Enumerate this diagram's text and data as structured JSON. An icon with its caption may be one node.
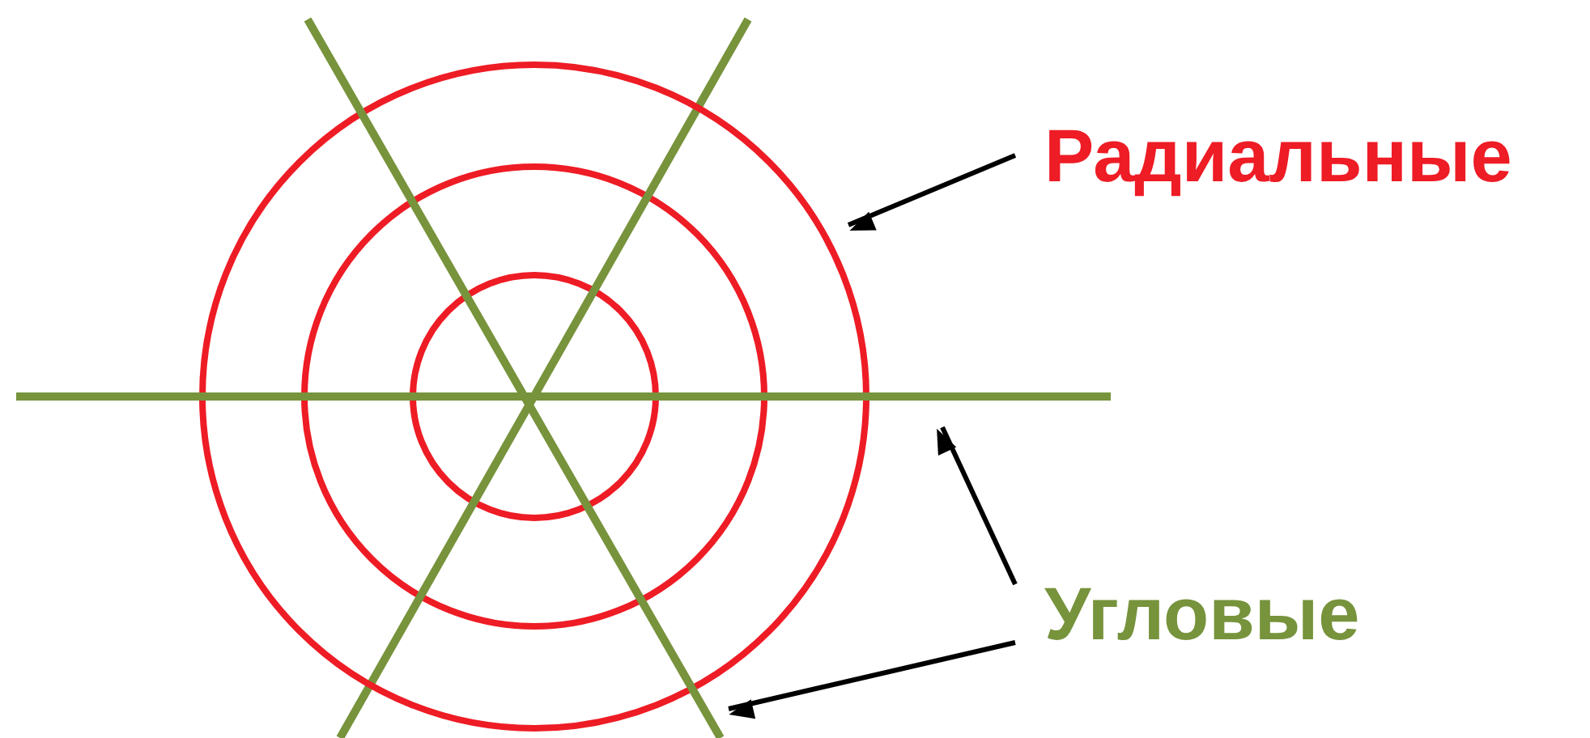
{
  "diagram": {
    "nodes": [
      {
        "text": [
          "Радиальные"
        ]
      },
      {
        "text": [
          "Угловые"
        ]
      },
      {
        "text": [],
        "shape": "circle"
      },
      {
        "text": [],
        "shape": "line"
      },
      {
        "text": [],
        "shape": "line"
      }
    ],
    "edges": [
      {
        "from": 0,
        "to": 2,
        "arrow": "to"
      },
      {
        "from": 1,
        "to": 3,
        "arrow": "to"
      },
      {
        "from": 1,
        "to": 4,
        "arrow": "to"
      }
    ]
  }
}
